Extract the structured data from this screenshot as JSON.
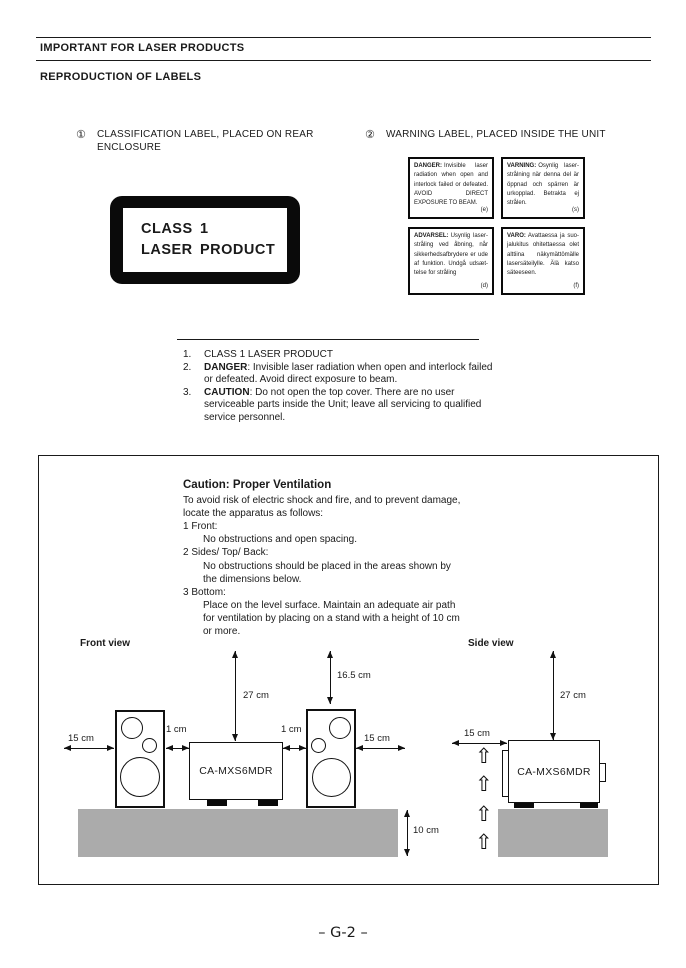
{
  "page": {
    "title": "IMPORTANT FOR LASER PRODUCTS",
    "subtitle": "REPRODUCTION OF LABELS",
    "page_number": "– G-2 –"
  },
  "classification": {
    "number": "①",
    "title": "CLASSIFICATION LABEL, PLACED ON REAR ENCLOSURE",
    "label": {
      "r1l": "CLASS",
      "r1r": "1",
      "r2l": "LASER",
      "r2r": "PRODUCT"
    }
  },
  "warning": {
    "number": "②",
    "title": "WARNING LABEL, PLACED INSIDE THE UNIT",
    "cells": [
      {
        "heading": "DANGER:",
        "body": "Invisible laser radiation when open and interlock failed or defeated. AVOID DIRECT EXPOSURE TO BEAM.",
        "suffix": "(e)"
      },
      {
        "heading": "VARNING:",
        "body": "Osynlig laser­strålning när denna del är öppnad och spärren är urkopplad. Betrakta ej strålen.",
        "suffix": "(s)"
      },
      {
        "heading": "ADVARSEL:",
        "body": "Usynlig laser­stråling ved åbning, når sikkerhedsafbrydere er ude af funktion. Undgå udsæt­telse for stråling",
        "suffix": "(d)"
      },
      {
        "heading": "VARO:",
        "body": "Avattaessa ja suo­jalukitus ohitettaessa olet alttiina näkymättömälle lasersäteilylle. Älä katso säteeseen.",
        "suffix": "(f)"
      }
    ]
  },
  "notes": [
    {
      "num": "1.",
      "bold": "",
      "text": "CLASS 1 LASER PRODUCT"
    },
    {
      "num": "2.",
      "bold": "DANGER",
      "text": ": Invisible laser radiation when open and interlock failed or defeated. Avoid direct exposure to beam."
    },
    {
      "num": "3.",
      "bold": "CAUTION",
      "text": ": Do not open the top cover. There are no user serviceable parts inside the Unit; leave all servicing to qualified service personnel."
    }
  ],
  "ventilation": {
    "title": "Caution: Proper Ventilation",
    "intro1": "To avoid risk of electric shock and fire, and to prevent damage,",
    "intro2": "locate the apparatus as follows:",
    "item1_label": "1 Front:",
    "item1_line1": "No obstructions and open spacing.",
    "item2_label": "2 Sides/ Top/ Back:",
    "item2_line1": "No obstructions should be placed in the areas shown by",
    "item2_line2": "the dimensions below.",
    "item3_label": "3 Bottom:",
    "item3_line1": "Place on the level surface. Maintain an adequate air path",
    "item3_line2": "for ventilation by placing on a stand with a height of 10 cm",
    "item3_line3": "or more."
  },
  "diagram": {
    "front_view_label": "Front view",
    "side_view_label": "Side view",
    "unit_model": "CA-MXS6MDR",
    "front": {
      "left_clearance": "15 cm",
      "left_gap": "1 cm",
      "top_center": "27 cm",
      "top_right": "16.5 cm",
      "right_gap": "1 cm",
      "right_clearance": "15 cm",
      "stand_height": "10 cm"
    },
    "side": {
      "top_clearance": "27 cm",
      "back_clearance": "15 cm"
    }
  },
  "colors": {
    "stand_gray": "#ababab",
    "ink": "#1a1a1a"
  }
}
